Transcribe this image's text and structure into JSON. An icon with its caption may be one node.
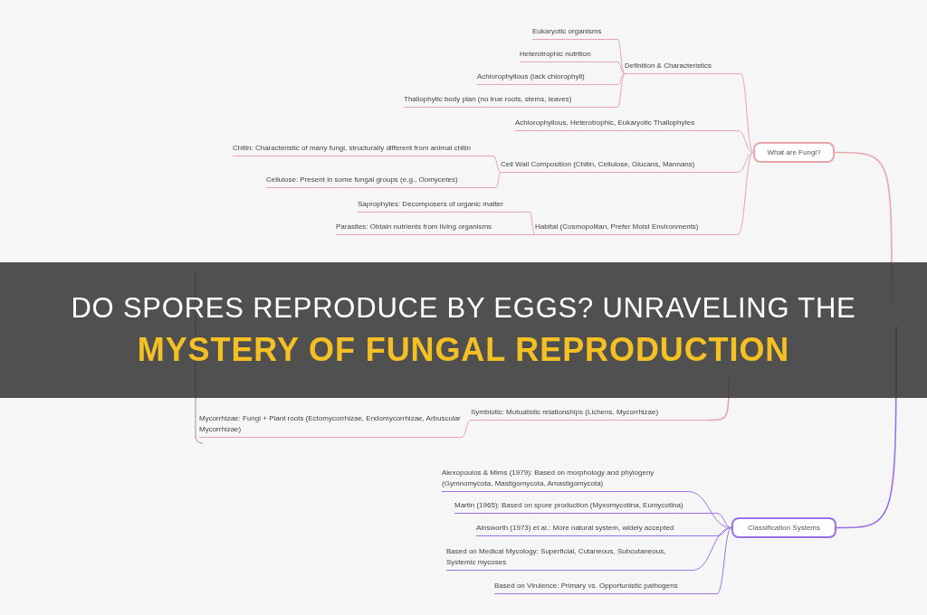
{
  "diagram": {
    "title": "DO SPORES REPRODUCE BY EGGS? UNRAVELING THE",
    "caption": "MYSTERY OF FUNGAL REPRODUCTION",
    "nodes": [
      {
        "text": [
          "What are Fungi?"
        ]
      },
      {
        "text": [
          "Definition & Characteristics"
        ]
      },
      {
        "text": [
          "Eukaryotic organisms"
        ]
      },
      {
        "text": [
          "Heterotrophic nutrition"
        ]
      },
      {
        "text": [
          "Achlorophyllous (lack chlorophyll)"
        ]
      },
      {
        "text": [
          "Thallophytic body plan (no true roots, stems, leaves)"
        ]
      },
      {
        "text": [
          "Achlorophyllous, Heterotrophic, Eukaryotic Thallophytes"
        ]
      },
      {
        "text": [
          "Cell Wall Composition (Chitin, Cellulose, Glucans, Mannans)"
        ]
      },
      {
        "text": [
          "Chitin:  Characteristic of many fungi, structurally different from animal chitin"
        ]
      },
      {
        "text": [
          "Cellulose: Present in some fungal groups (e.g., Oomycetes)"
        ]
      },
      {
        "text": [
          "Habitat (Cosmopolitan, Prefer Moist Environments)"
        ]
      },
      {
        "text": [
          "Saprophytes: Decomposers of organic matter"
        ]
      },
      {
        "text": [
          "Parasites: Obtain nutrients from living organisms"
        ]
      },
      {
        "text": [
          "Symbiotic: Mutualistic relationships (Lichens, Mycorrhizae)"
        ]
      },
      {
        "text": [
          "Mycorrhizae: Fungi + Plant roots (Ectomycorrhizae, Endomycorrhizae, Arbuscular Mycorrhizae)"
        ]
      },
      {
        "text": [
          "Classification Systems"
        ]
      },
      {
        "text": [
          "Alexopoulos & Mims (1979): Based on morphology and phylogeny (Gymnomycota, Mastigomycota, Amastigomycota)"
        ]
      },
      {
        "text": [
          "Martin (1965): Based on spore production (Myxomycotina, Eumycotina)"
        ]
      },
      {
        "text": [
          "Ainsworth (1973) et al.: More natural system, widely accepted"
        ]
      },
      {
        "text": [
          "Based on Medical Mycology: Superficial, Cutaneous, Subcutaneous, Systemic mycoses"
        ]
      },
      {
        "text": [
          "Based on Virulence: Primary vs. Opportunistic pathogens"
        ]
      }
    ],
    "edges": [
      {
        "from": null,
        "to": 0,
        "arrow": "none"
      },
      {
        "from": 0,
        "to": 1,
        "arrow": "none"
      },
      {
        "from": 1,
        "to": 2,
        "arrow": "none"
      },
      {
        "from": 1,
        "to": 3,
        "arrow": "none"
      },
      {
        "from": 1,
        "to": 4,
        "arrow": "none"
      },
      {
        "from": 1,
        "to": 5,
        "arrow": "none"
      },
      {
        "from": 0,
        "to": 6,
        "arrow": "none"
      },
      {
        "from": 0,
        "to": 7,
        "arrow": "none"
      },
      {
        "from": 7,
        "to": 8,
        "arrow": "none"
      },
      {
        "from": 7,
        "to": 9,
        "arrow": "none"
      },
      {
        "from": 0,
        "to": 10,
        "arrow": "none"
      },
      {
        "from": 10,
        "to": 11,
        "arrow": "none"
      },
      {
        "from": 10,
        "to": 12,
        "arrow": "none"
      },
      {
        "from": null,
        "to": 13,
        "arrow": "none"
      },
      {
        "from": 13,
        "to": 14,
        "arrow": "none"
      },
      {
        "from": null,
        "to": 15,
        "arrow": "none",
        "color": "#9b72e6"
      },
      {
        "from": 15,
        "to": 16,
        "arrow": "none",
        "color": "#9b72e6"
      },
      {
        "from": 15,
        "to": 17,
        "arrow": "none",
        "color": "#9b72e6"
      },
      {
        "from": 15,
        "to": 18,
        "arrow": "none",
        "color": "#9b72e6"
      },
      {
        "from": 15,
        "to": 19,
        "arrow": "none",
        "color": "#9b72e6"
      },
      {
        "from": 15,
        "to": 20,
        "arrow": "none",
        "color": "#9b72e6"
      }
    ]
  }
}
